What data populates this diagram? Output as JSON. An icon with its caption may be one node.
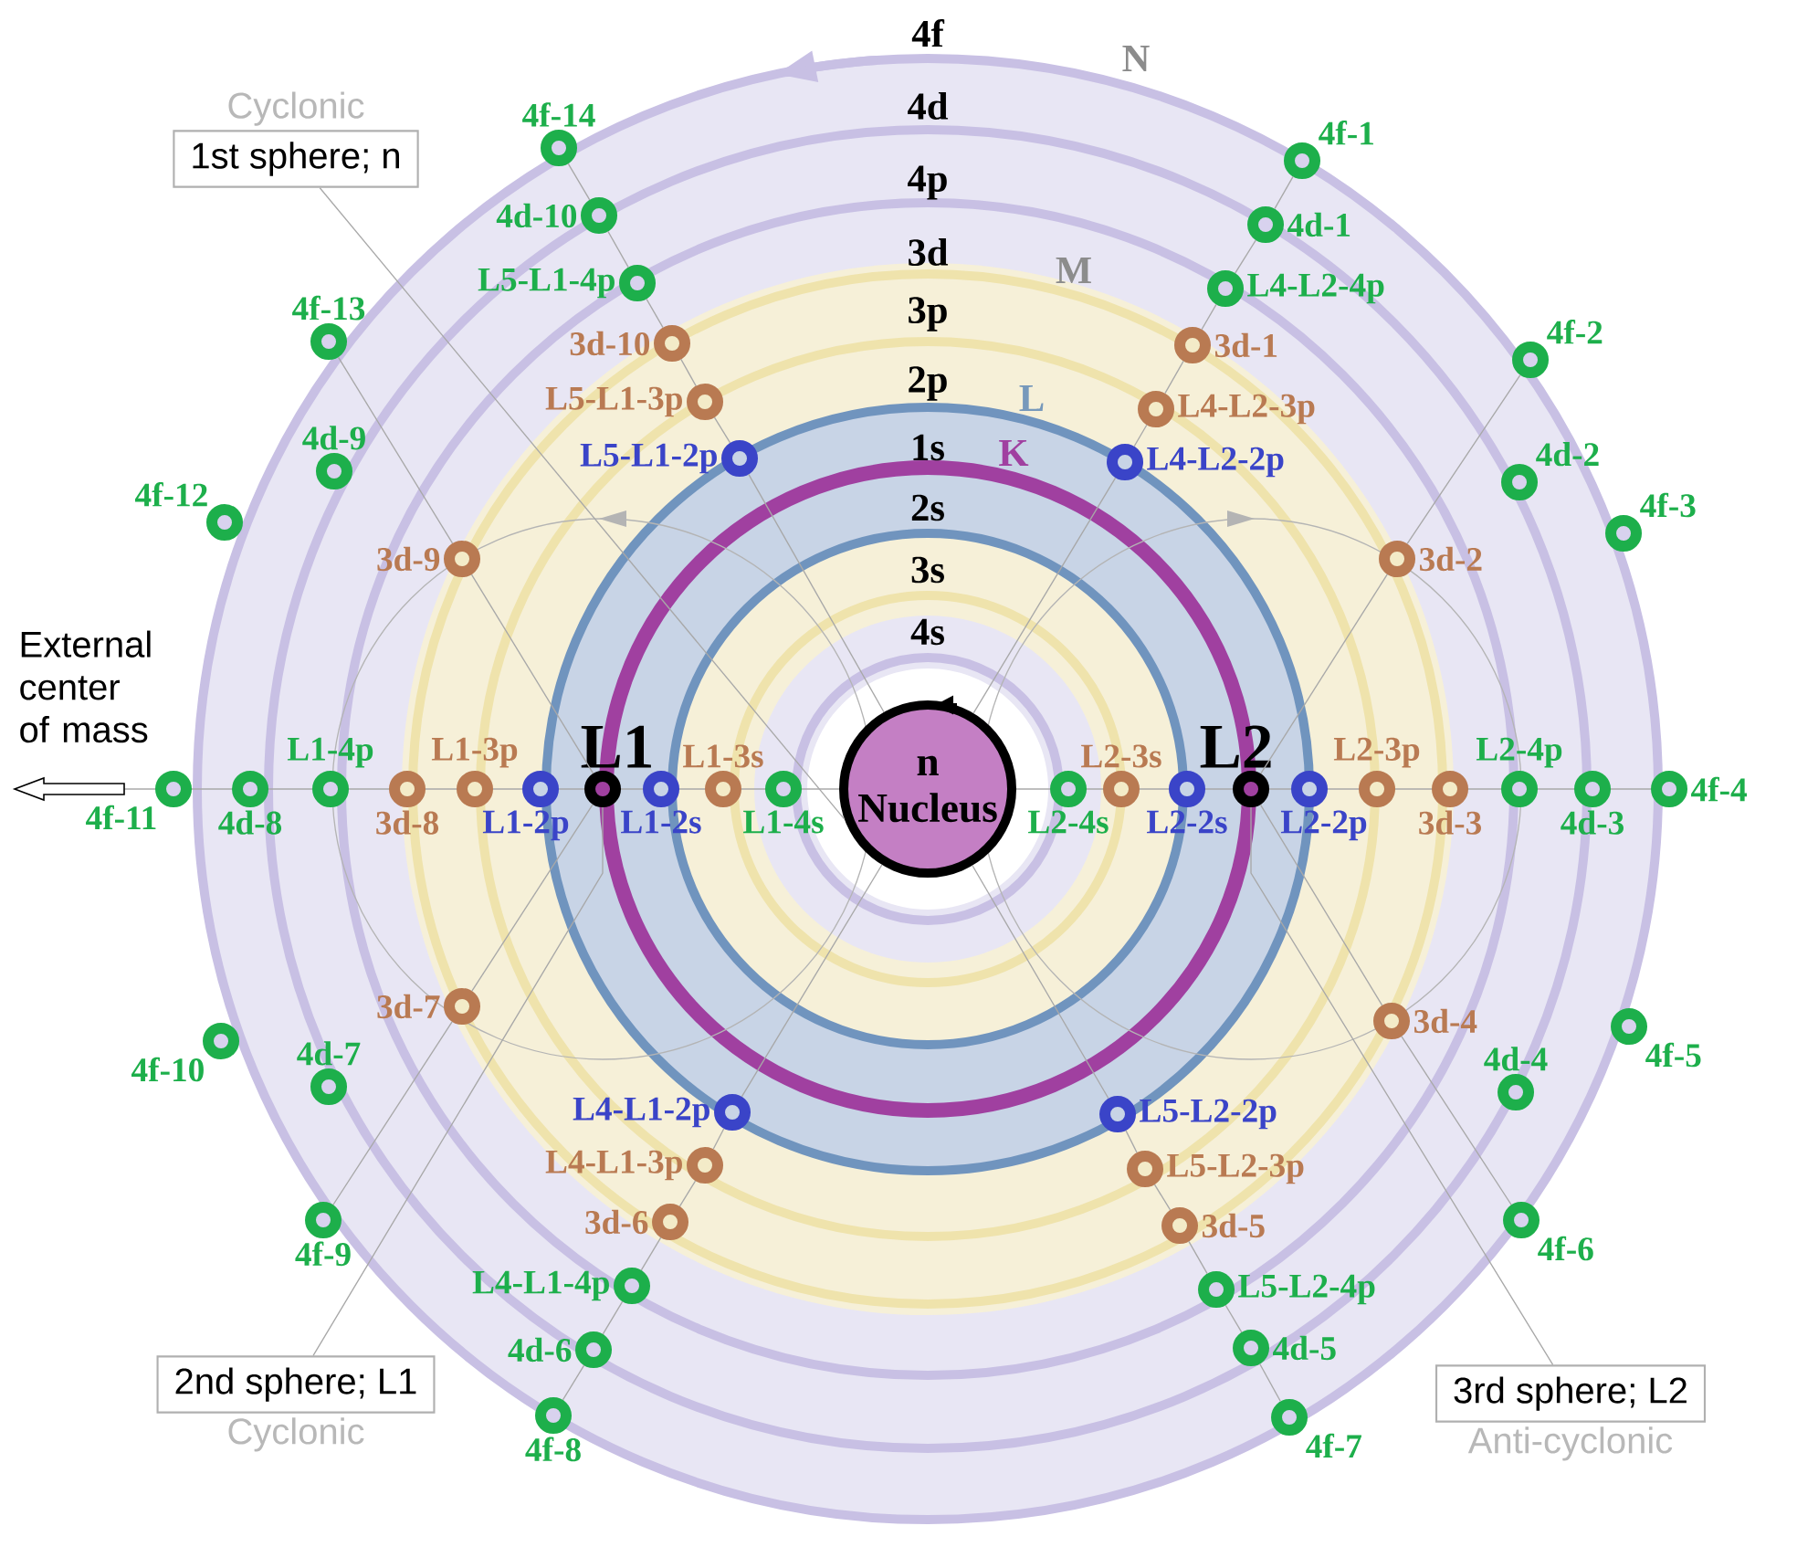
{
  "diagram": {
    "nodes": [
      {
        "text": [
          "1st sphere; n"
        ],
        "beside": [
          "Cyclonic"
        ]
      },
      {
        "text": [
          "4f-14"
        ]
      },
      {
        "text": [
          "4f-1"
        ]
      },
      {
        "text": [
          "4d-10"
        ]
      },
      {
        "text": [
          "4d-1"
        ]
      },
      {
        "text": [
          "L5-L1-4p"
        ]
      },
      {
        "text": [
          "L4-L2-4p"
        ]
      },
      {
        "text": [
          "4f-13"
        ]
      },
      {
        "text": [
          "3d-10"
        ]
      },
      {
        "text": [
          "3d-1"
        ]
      },
      {
        "text": [
          "4f-2"
        ]
      },
      {
        "text": [
          "L5-L1-3p"
        ]
      },
      {
        "text": [
          "L4-L2-3p"
        ]
      },
      {
        "text": [
          "L5-L1-2p"
        ]
      },
      {
        "text": [
          "L4-L2-2p"
        ]
      },
      {
        "text": [
          "4d-9"
        ]
      },
      {
        "text": [
          "4d-2"
        ]
      },
      {
        "text": [
          "4f-12"
        ]
      },
      {
        "text": [
          "4f-3"
        ]
      },
      {
        "text": [
          "3d-9"
        ]
      },
      {
        "text": [
          "3d-2"
        ]
      },
      {
        "text": [
          "4f-11"
        ]
      },
      {
        "text": [
          "4d-8"
        ]
      },
      {
        "text": [
          "L1-4p"
        ]
      },
      {
        "text": [
          "3d-8"
        ]
      },
      {
        "text": [
          "L1-3p"
        ]
      },
      {
        "text": [
          "L1-2p"
        ]
      },
      {
        "text": [
          "L1"
        ]
      },
      {
        "text": [
          "L1-2s"
        ]
      },
      {
        "text": [
          "L1-3s"
        ]
      },
      {
        "text": [
          "L1-4s"
        ]
      },
      {
        "text": [
          "n",
          "Nucleus"
        ]
      },
      {
        "text": [
          "L2-4s"
        ]
      },
      {
        "text": [
          "L2-3s"
        ]
      },
      {
        "text": [
          "L2-2s"
        ]
      },
      {
        "text": [
          "L2"
        ]
      },
      {
        "text": [
          "L2-2p"
        ]
      },
      {
        "text": [
          "L2-3p"
        ]
      },
      {
        "text": [
          "3d-3"
        ]
      },
      {
        "text": [
          "L2-4p"
        ]
      },
      {
        "text": [
          "4d-3"
        ]
      },
      {
        "text": [
          "4f-4"
        ]
      },
      {
        "text": [
          "3d-7"
        ]
      },
      {
        "text": [
          "3d-4"
        ]
      },
      {
        "text": [
          "4f-10"
        ]
      },
      {
        "text": [
          "4f-5"
        ]
      },
      {
        "text": [
          "4d-7"
        ]
      },
      {
        "text": [
          "4d-4"
        ]
      },
      {
        "text": [
          "L4-L1-2p"
        ]
      },
      {
        "text": [
          "L5-L2-2p"
        ]
      },
      {
        "text": [
          "L4-L1-3p"
        ]
      },
      {
        "text": [
          "L5-L2-3p"
        ]
      },
      {
        "text": [
          "3d-6"
        ]
      },
      {
        "text": [
          "4f-9"
        ]
      },
      {
        "text": [
          "4f-6"
        ]
      },
      {
        "text": [
          "3d-5"
        ]
      },
      {
        "text": [
          "L4-L1-4p"
        ]
      },
      {
        "text": [
          "L5-L2-4p"
        ]
      },
      {
        "text": [
          "4d-6"
        ]
      },
      {
        "text": [
          "4d-5"
        ]
      },
      {
        "text": [
          "2nd sphere; L1"
        ],
        "beside": [
          "Cyclonic"
        ]
      },
      {
        "text": [
          "3rd sphere; L2"
        ],
        "beside": [
          "Anti-cyclonic"
        ]
      },
      {
        "text": [
          "4f-8"
        ]
      },
      {
        "text": [
          "4f-7"
        ]
      }
    ],
    "edges": [
      {
        "from": 0,
        "to": 31,
        "arrow": "none"
      },
      {
        "from": 60,
        "to": 27,
        "arrow": "none"
      },
      {
        "from": 61,
        "to": 35,
        "arrow": "none"
      },
      {
        "from": 31,
        "to": 14,
        "arrow": "none"
      },
      {
        "from": 14,
        "to": 12,
        "arrow": "none"
      },
      {
        "from": 12,
        "to": 9,
        "arrow": "none"
      },
      {
        "from": 9,
        "to": 6,
        "arrow": "none"
      },
      {
        "from": 6,
        "to": 4,
        "arrow": "none"
      },
      {
        "from": 4,
        "to": 2,
        "arrow": "none"
      },
      {
        "from": 31,
        "to": 13,
        "arrow": "none"
      },
      {
        "from": 13,
        "to": 11,
        "arrow": "none"
      },
      {
        "from": 11,
        "to": 8,
        "arrow": "none"
      },
      {
        "from": 8,
        "to": 5,
        "arrow": "none"
      },
      {
        "from": 5,
        "to": 3,
        "arrow": "none"
      },
      {
        "from": 3,
        "to": 1,
        "arrow": "none"
      },
      {
        "from": 31,
        "to": 48,
        "arrow": "none"
      },
      {
        "from": 48,
        "to": 50,
        "arrow": "none"
      },
      {
        "from": 50,
        "to": 52,
        "arrow": "none"
      },
      {
        "from": 52,
        "to": 56,
        "arrow": "none"
      },
      {
        "from": 56,
        "to": 58,
        "arrow": "none"
      },
      {
        "from": 58,
        "to": 62,
        "arrow": "none"
      },
      {
        "from": 31,
        "to": 49,
        "arrow": "none"
      },
      {
        "from": 49,
        "to": 51,
        "arrow": "none"
      },
      {
        "from": 51,
        "to": 55,
        "arrow": "none"
      },
      {
        "from": 55,
        "to": 57,
        "arrow": "none"
      },
      {
        "from": 57,
        "to": 59,
        "arrow": "none"
      },
      {
        "from": 59,
        "to": 63,
        "arrow": "none"
      },
      {
        "from": 35,
        "to": 20,
        "arrow": "none"
      },
      {
        "from": 20,
        "to": 10,
        "arrow": "none"
      },
      {
        "from": 35,
        "to": 43,
        "arrow": "none"
      },
      {
        "from": 43,
        "to": 54,
        "arrow": "none"
      },
      {
        "from": 27,
        "to": 19,
        "arrow": "none"
      },
      {
        "from": 19,
        "to": 7,
        "arrow": "none"
      },
      {
        "from": 27,
        "to": 42,
        "arrow": "none"
      },
      {
        "from": 42,
        "to": 53,
        "arrow": "none"
      }
    ],
    "labels": [
      "4f",
      "N",
      "4d",
      "4p",
      "3d",
      "M",
      "3p",
      "2p",
      "L",
      "1s",
      "K",
      "2s",
      "3s",
      "4s",
      "External center of mass"
    ]
  }
}
